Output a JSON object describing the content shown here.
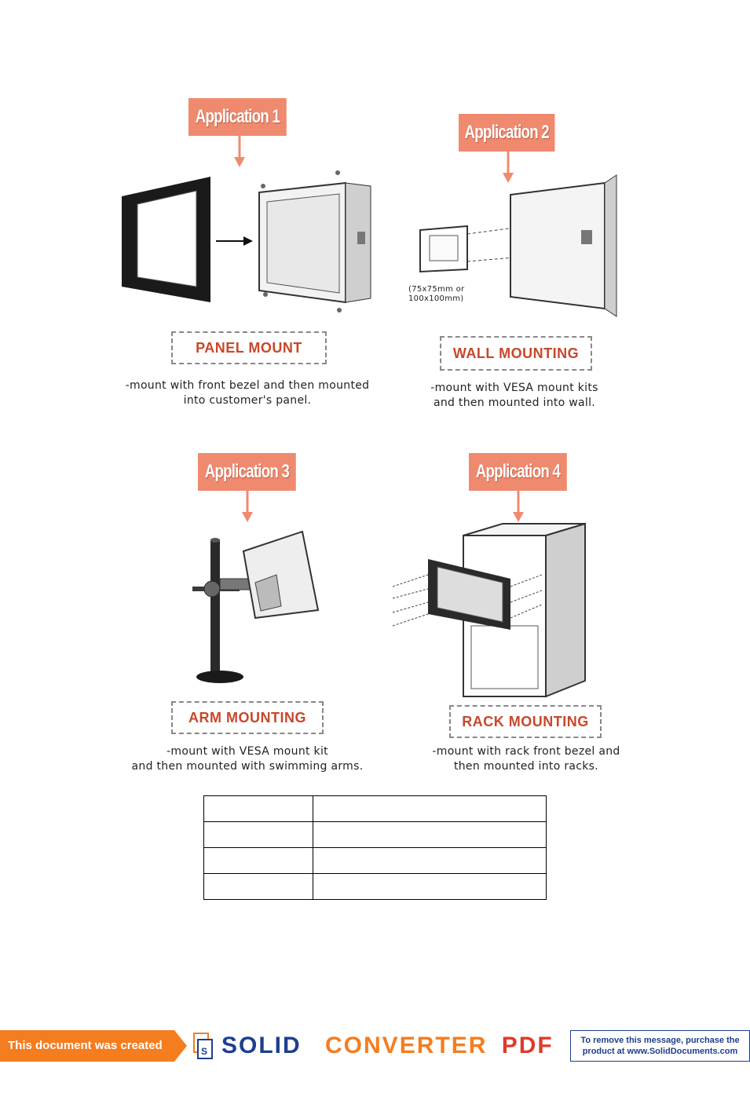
{
  "applications": [
    {
      "badge": "Application 1",
      "mount_label": "PANEL MOUNT",
      "description_line1": "-mount with front bezel and then mounted",
      "description_line2": "into customer's panel."
    },
    {
      "badge": "Application 2",
      "mount_label": "WALL MOUNTING",
      "description_line1": "-mount with VESA mount kits",
      "description_line2": "and then mounted into wall.",
      "note_line1": "(75x75mm or",
      "note_line2": "100x100mm)"
    },
    {
      "badge": "Application 3",
      "mount_label": "ARM MOUNTING",
      "description_line1": "-mount with VESA mount kit",
      "description_line2": "and then mounted with swimming arms."
    },
    {
      "badge": "Application 4",
      "mount_label": "RACK MOUNTING",
      "description_line1": "-mount with rack front bezel and",
      "description_line2": "then mounted into racks."
    }
  ],
  "table": {
    "rows": [
      [
        "",
        ""
      ],
      [
        "",
        ""
      ],
      [
        "",
        ""
      ],
      [
        "",
        ""
      ]
    ]
  },
  "footer": {
    "created_using": "This document was created using",
    "logo_solid": "SOLID",
    "logo_converter": "CONVERTER",
    "logo_pdf": "PDF",
    "remove_line1": "To remove this message, purchase the",
    "remove_line2": "product at www.SolidDocuments.com"
  },
  "colors": {
    "badge": "#f08a6e",
    "label_text": "#c8472a",
    "footer_orange": "#f47d20",
    "footer_blue": "#1d3f8f"
  }
}
